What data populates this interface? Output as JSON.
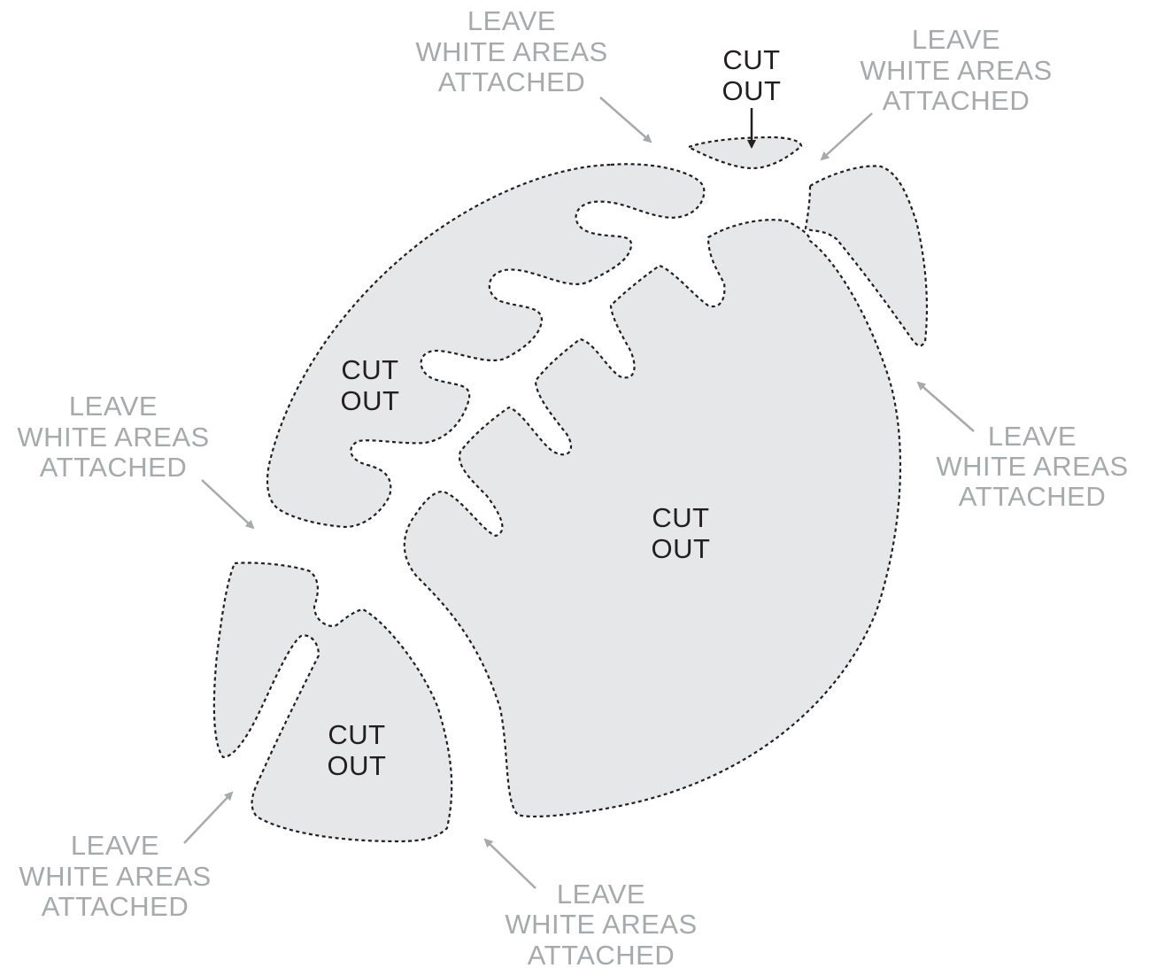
{
  "diagram": {
    "cut_label_line1": "CUT",
    "cut_label_line2": "OUT",
    "leave_label_line1": "LEAVE",
    "leave_label_line2": "WHITE AREAS",
    "leave_label_line3": "ATTACHED",
    "colors": {
      "piece_fill": "#e6e7e8",
      "outline": "#231f20",
      "leave_text": "#a7a9ac",
      "cut_text": "#231f20"
    }
  }
}
